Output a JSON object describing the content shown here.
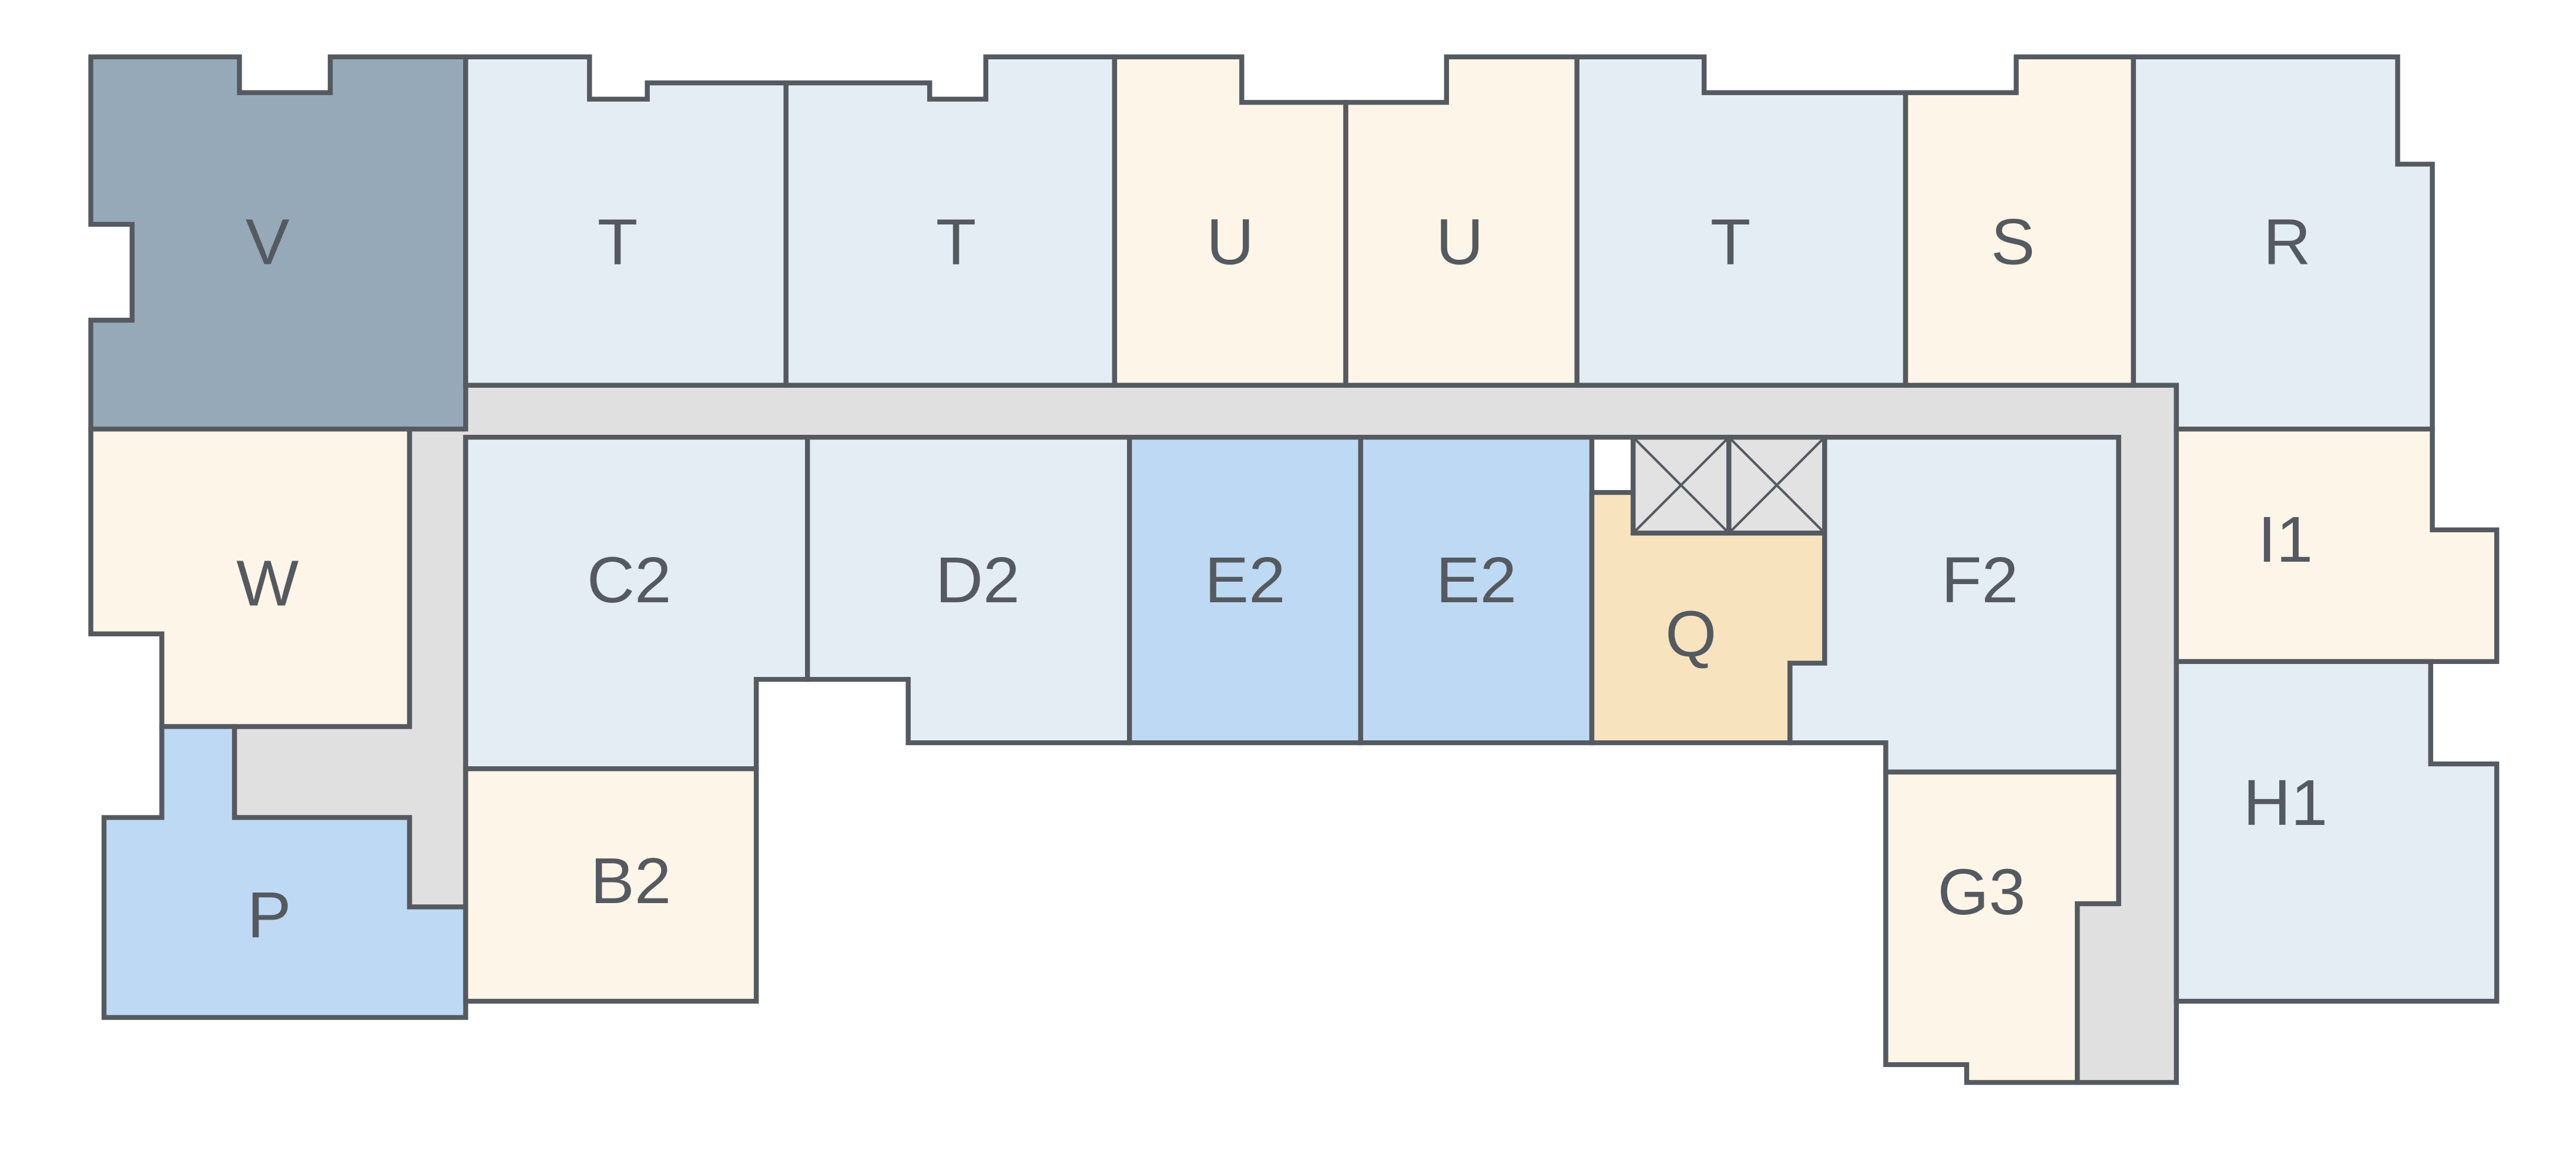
{
  "colors": {
    "outline": "#555a60",
    "corridor": "#e0e0e0",
    "light_blue_gray": "#e4ecf4",
    "cream": "#fdf6e8",
    "sky_blue": "#bed9f3",
    "slate": "#96a9b8",
    "tan": "#f7e3bd",
    "core": "#e2e2e2"
  },
  "units": [
    {
      "id": "v",
      "label": "V",
      "color": "slate"
    },
    {
      "id": "t1",
      "label": "T",
      "color": "light_blue_gray"
    },
    {
      "id": "t2",
      "label": "T",
      "color": "light_blue_gray"
    },
    {
      "id": "u1",
      "label": "U",
      "color": "cream"
    },
    {
      "id": "u2",
      "label": "U",
      "color": "cream"
    },
    {
      "id": "t3",
      "label": "T",
      "color": "light_blue_gray"
    },
    {
      "id": "s",
      "label": "S",
      "color": "cream"
    },
    {
      "id": "r",
      "label": "R",
      "color": "light_blue_gray"
    },
    {
      "id": "w",
      "label": "W",
      "color": "cream"
    },
    {
      "id": "c2",
      "label": "C2",
      "color": "light_blue_gray"
    },
    {
      "id": "d2",
      "label": "D2",
      "color": "light_blue_gray"
    },
    {
      "id": "e2a",
      "label": "E2",
      "color": "sky_blue"
    },
    {
      "id": "e2b",
      "label": "E2",
      "color": "sky_blue"
    },
    {
      "id": "q",
      "label": "Q",
      "color": "tan"
    },
    {
      "id": "f2",
      "label": "F2",
      "color": "light_blue_gray"
    },
    {
      "id": "i1",
      "label": "I1",
      "color": "cream"
    },
    {
      "id": "h1",
      "label": "H1",
      "color": "light_blue_gray"
    },
    {
      "id": "p",
      "label": "P",
      "color": "sky_blue"
    },
    {
      "id": "b2",
      "label": "B2",
      "color": "cream"
    },
    {
      "id": "g3",
      "label": "G3",
      "color": "cream"
    }
  ]
}
